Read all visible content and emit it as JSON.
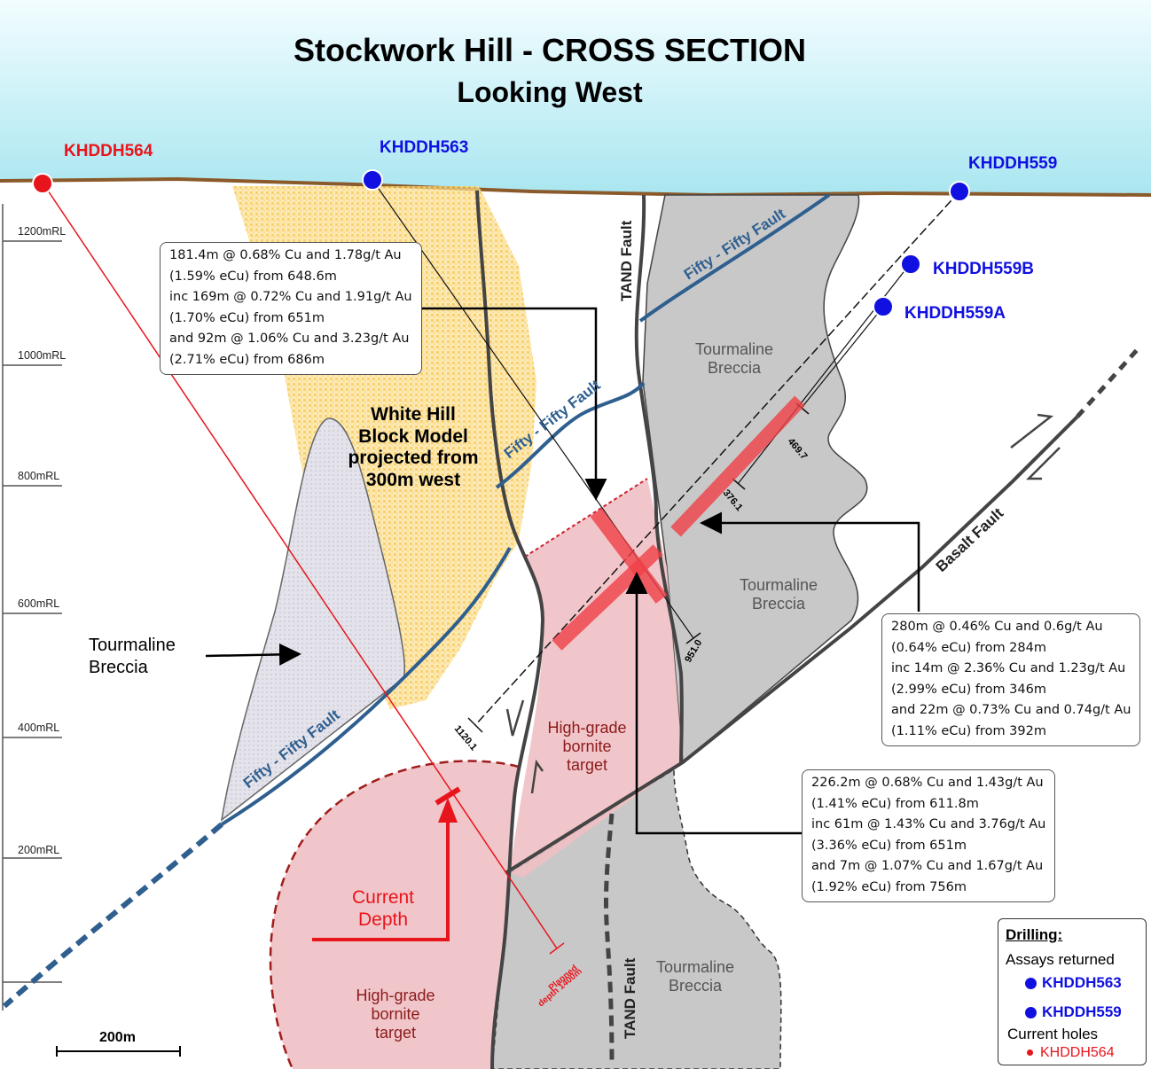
{
  "title": {
    "line1": "Stockwork Hill  - CROSS SECTION",
    "line2": "Looking West"
  },
  "colors": {
    "sky": "#aee9f2",
    "ground_line": "#8b5a2b",
    "fault_dark": "#4a4a4a",
    "fifty_fifty_fault": "#2f5f8f",
    "tourmaline_fill": "#c8c8c8",
    "target_fill": "#f0c0c4",
    "target_label": "#8b1a1a",
    "hole_red": "#e8141c",
    "hole_blue": "#1010e0",
    "intercept": "#f04048",
    "block_model": "#f5c242"
  },
  "drillholes": {
    "khddh564": "KHDDH564",
    "khddh563": "KHDDH563",
    "khddh559": "KHDDH559",
    "khddh559b": "KHDDH559B",
    "khddh559a": "KHDDH559A"
  },
  "rl_labels": [
    "1200mRL",
    "1000mRL",
    "800mRL",
    "600mRL",
    "400mRL",
    "200mRL"
  ],
  "depth_marks": {
    "d469": "469.7",
    "d376": "376.1",
    "d951": "951.0",
    "d1120": "1120.1",
    "planned_l1": "Planned",
    "planned_l2": "depth 1400m"
  },
  "callouts": {
    "khddh563": [
      "181.4m @ 0.68% Cu and 1.78g/t Au",
      "(1.59% eCu) from 648.6m",
      "inc 169m @ 0.72% Cu and 1.91g/t Au",
      "(1.70% eCu) from 651m",
      "and 92m @ 1.06% Cu and 3.23g/t Au",
      "(2.71% eCu) from 686m"
    ],
    "khddh559b": [
      "280m @ 0.46% Cu and 0.6g/t Au",
      "(0.64% eCu) from 284m",
      "inc 14m @ 2.36% Cu and 1.23g/t Au",
      "(2.99% eCu) from 346m",
      "and 22m @ 0.73% Cu and 0.74g/t Au",
      "(1.11% eCu) from 392m"
    ],
    "khddh559": [
      "226.2m @ 0.68% Cu and 1.43g/t Au",
      "(1.41% eCu) from 611.8m",
      "inc 61m @ 1.43% Cu and 3.76g/t Au",
      "(3.36% eCu) from 651m",
      "and 7m @ 1.07% Cu and 1.67g/t Au",
      "(1.92% eCu) from 756m"
    ]
  },
  "geology": {
    "tourmaline_breccia_ne": [
      "Tourmaline",
      "Breccia"
    ],
    "tourmaline_breccia_e": [
      "Tourmaline",
      "Breccia"
    ],
    "tourmaline_breccia_s": [
      "Tourmaline",
      "Breccia"
    ],
    "tourmaline_breccia_w": [
      "Tourmaline",
      "Breccia"
    ],
    "white_hill": [
      "White Hill",
      "Block Model",
      "projected from",
      "300m west"
    ],
    "target_upper": [
      "High-grade",
      "bornite",
      "target"
    ],
    "target_lower": [
      "High-grade",
      "bornite",
      "target"
    ],
    "current_depth": [
      "Current",
      "Depth"
    ]
  },
  "faults": {
    "tand_upper": "TAND Fault",
    "tand_lower": "TAND Fault",
    "fifty_upper": "Fifty - Fifty Fault",
    "fifty_mid": "Fifty - Fifty Fault",
    "fifty_lower": "Fifty - Fifty Fault",
    "basalt": "Basalt Fault"
  },
  "scale_bar": "200m",
  "legend": {
    "heading": "Drilling:",
    "assays": "Assays returned",
    "hole1": "KHDDH563",
    "hole2": "KHDDH559",
    "current": "Current holes",
    "hole3": "KHDDH564"
  }
}
